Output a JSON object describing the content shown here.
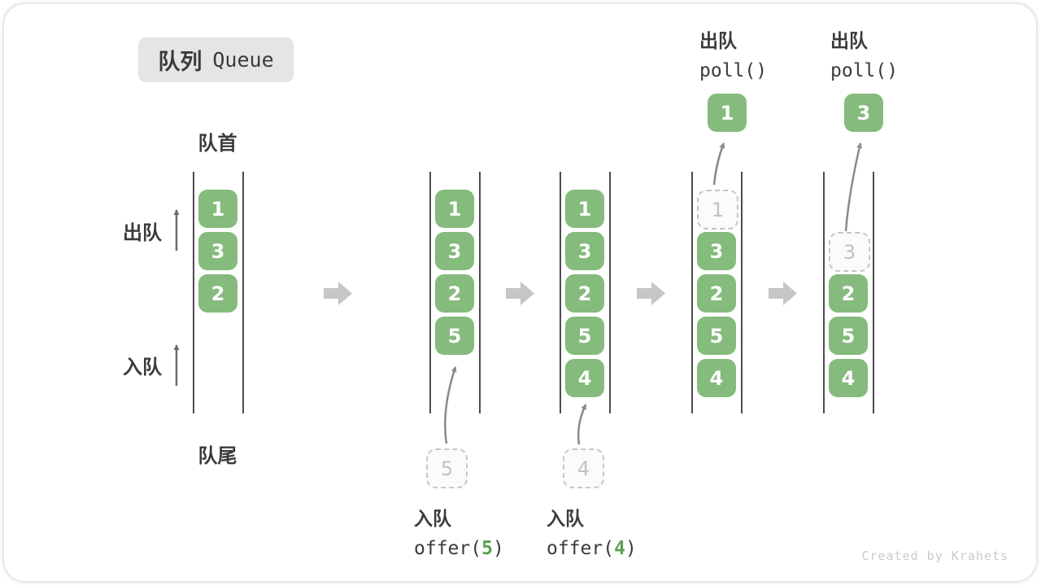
{
  "title": {
    "zh": "队列",
    "en": "Queue"
  },
  "labels": {
    "front": "队首",
    "rear": "队尾",
    "dequeue": "出队",
    "enqueue": "入队"
  },
  "operations": [
    {
      "id": "enqueue-offer-5",
      "label": "入队",
      "code_pre": "offer(",
      "code_val": "5",
      "code_post": ")"
    },
    {
      "id": "enqueue-offer-4",
      "label": "入队",
      "code_pre": "offer(",
      "code_val": "4",
      "code_post": ")"
    },
    {
      "id": "dequeue-poll-1",
      "label": "出队",
      "code": "poll()"
    },
    {
      "id": "dequeue-poll-2",
      "label": "出队",
      "code": "poll()"
    }
  ],
  "queues": [
    {
      "state": 1,
      "slots": [
        {
          "slot": 0,
          "value": "1",
          "type": "filled"
        },
        {
          "slot": 1,
          "value": "3",
          "type": "filled"
        },
        {
          "slot": 2,
          "value": "2",
          "type": "filled"
        }
      ]
    },
    {
      "state": 2,
      "incoming_value": "5",
      "slots": [
        {
          "slot": 0,
          "value": "1",
          "type": "filled"
        },
        {
          "slot": 1,
          "value": "3",
          "type": "filled"
        },
        {
          "slot": 2,
          "value": "2",
          "type": "filled"
        },
        {
          "slot": 3,
          "value": "5",
          "type": "filled"
        }
      ]
    },
    {
      "state": 3,
      "incoming_value": "4",
      "slots": [
        {
          "slot": 0,
          "value": "1",
          "type": "filled"
        },
        {
          "slot": 1,
          "value": "3",
          "type": "filled"
        },
        {
          "slot": 2,
          "value": "2",
          "type": "filled"
        },
        {
          "slot": 3,
          "value": "5",
          "type": "filled"
        },
        {
          "slot": 4,
          "value": "4",
          "type": "filled"
        }
      ]
    },
    {
      "state": 4,
      "outgoing_value": "1",
      "slots": [
        {
          "slot": 0,
          "value": "1",
          "type": "dashed"
        },
        {
          "slot": 1,
          "value": "3",
          "type": "filled"
        },
        {
          "slot": 2,
          "value": "2",
          "type": "filled"
        },
        {
          "slot": 3,
          "value": "5",
          "type": "filled"
        },
        {
          "slot": 4,
          "value": "4",
          "type": "filled"
        }
      ]
    },
    {
      "state": 5,
      "outgoing_value": "3",
      "slots": [
        {
          "slot": 1,
          "value": "3",
          "type": "dashed"
        },
        {
          "slot": 2,
          "value": "2",
          "type": "filled"
        },
        {
          "slot": 3,
          "value": "5",
          "type": "filled"
        },
        {
          "slot": 4,
          "value": "4",
          "type": "filled"
        }
      ]
    }
  ],
  "colors": {
    "box_green": "#85bb7c",
    "code_green": "#5aa051",
    "dash_border": "#c6c6c6",
    "dash_text": "#c2c2c2"
  },
  "watermark": "Created by Krahets"
}
